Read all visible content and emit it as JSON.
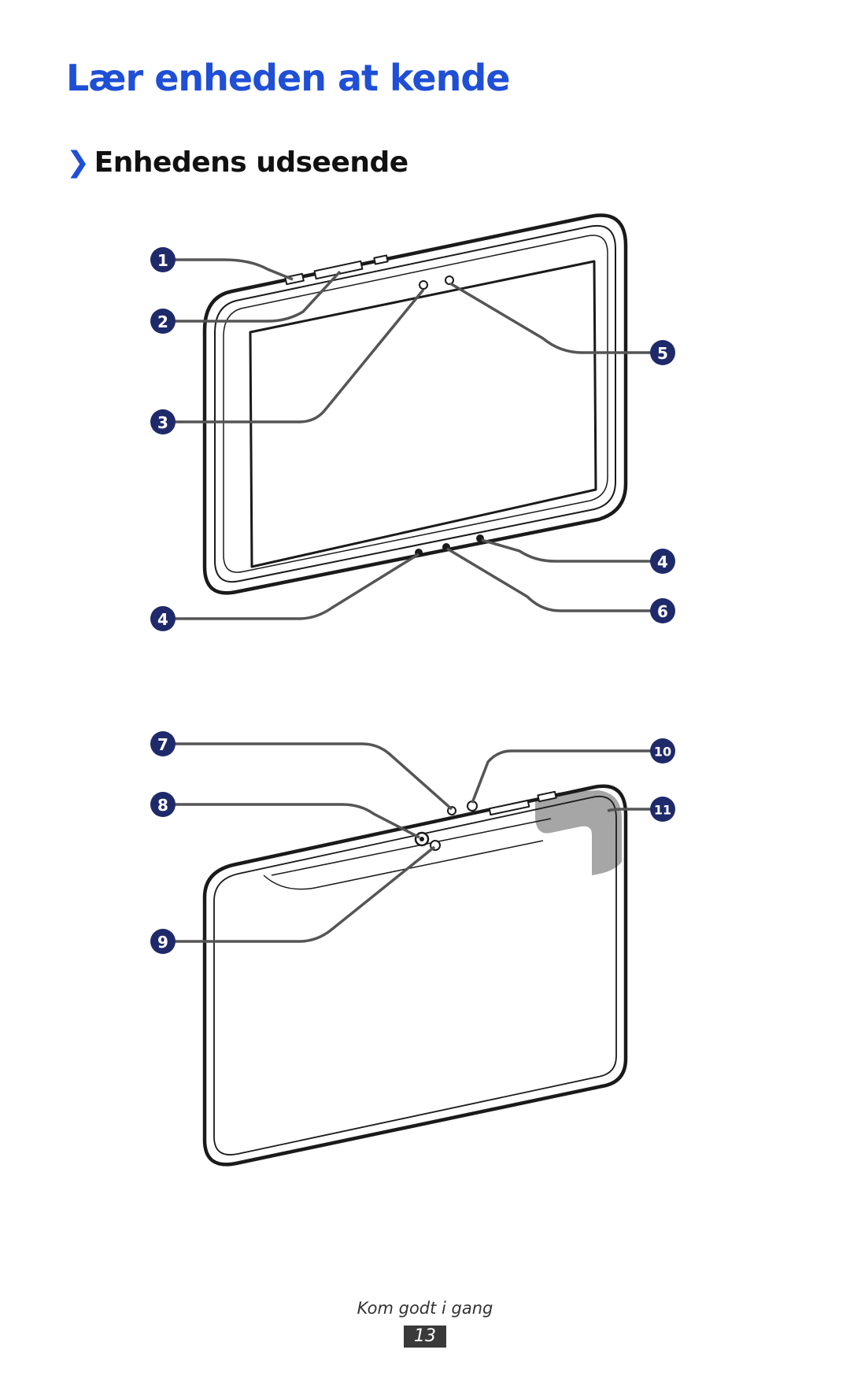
{
  "page": {
    "title": "Lær enheden at kende",
    "section_chevron": "❯",
    "section_title": "Enhedens udseende"
  },
  "callouts": {
    "c1": "1",
    "c2": "2",
    "c3": "3",
    "c4a": "4",
    "c4b": "4",
    "c5": "5",
    "c6": "6",
    "c7": "7",
    "c8": "8",
    "c9": "9",
    "c10": "10",
    "c11": "11"
  },
  "footer": {
    "label": "Kom godt i gang",
    "page_number": "13"
  },
  "colors": {
    "title_blue": "#1f4fd6",
    "callout_fill": "#1f2a6b",
    "leader_line": "#555555",
    "highlight_gray": "#a6a6a6"
  }
}
